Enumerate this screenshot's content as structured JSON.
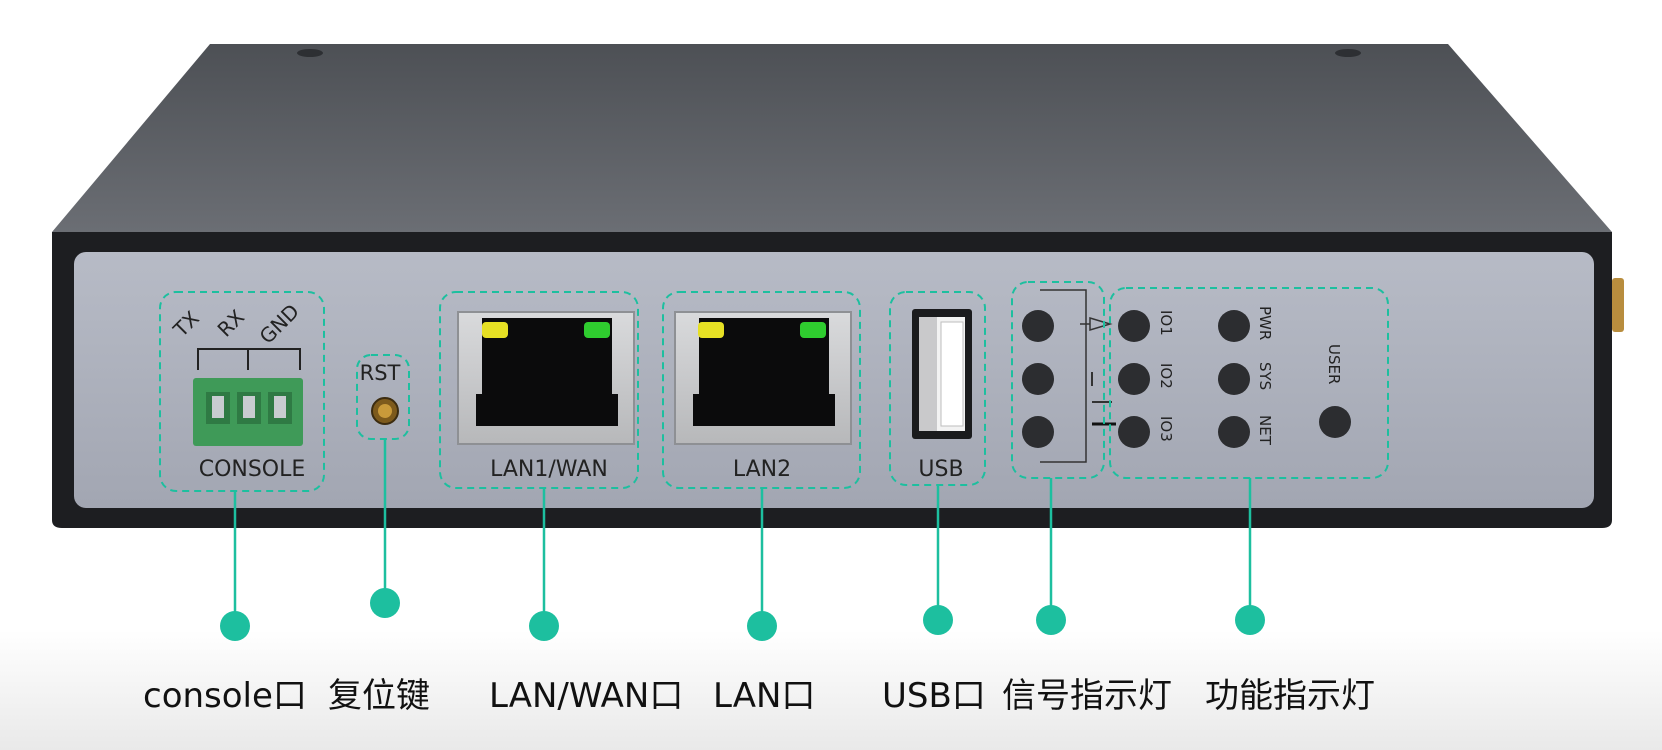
{
  "device": {
    "console_pins": [
      "TX",
      "RX",
      "GND"
    ],
    "console_label": "CONSOLE",
    "reset_label": "RST",
    "lan1_label": "LAN1/WAN",
    "lan2_label": "LAN2",
    "usb_label": "USB",
    "io_labels": [
      "IO1",
      "IO2",
      "IO3"
    ],
    "status_labels": [
      "PWR",
      "SYS",
      "NET"
    ],
    "user_label": "USER"
  },
  "callouts": [
    {
      "label": "console口"
    },
    {
      "label": "复位键"
    },
    {
      "label": "LAN/WAN口"
    },
    {
      "label": "LAN口"
    },
    {
      "label": "USB口"
    },
    {
      "label": "信号指示灯"
    },
    {
      "label": "功能指示灯"
    }
  ],
  "colors": {
    "accent": "#1dbf9f",
    "body_top": "#575a5f",
    "faceplate": "#a9adb9",
    "terminal_green": "#3f9a58",
    "led_yellow": "#e6e024",
    "led_green": "#2fcc2f"
  }
}
